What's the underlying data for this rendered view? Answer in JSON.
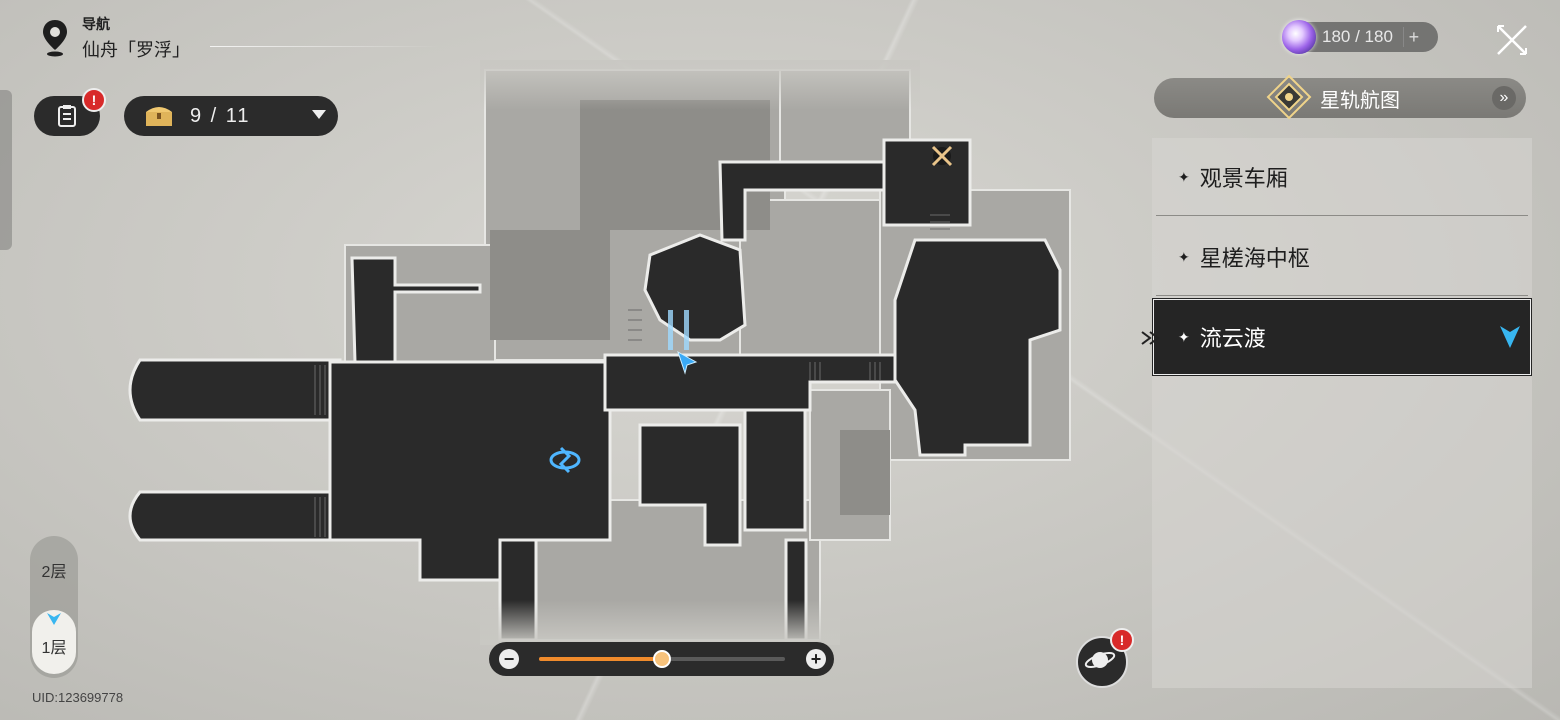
{
  "navigation": {
    "label": "导航",
    "location": "仙舟「罗浮」"
  },
  "quests": {
    "alert": "!"
  },
  "chests": {
    "count": "9 / 11"
  },
  "stamina": {
    "value": "180 / 180",
    "plus": "+"
  },
  "star_rail_map": {
    "label": "星轨航图",
    "chevron": "»"
  },
  "areas": [
    {
      "label": "观景车厢",
      "star": "✦"
    },
    {
      "label": "星槎海中枢",
      "star": "✦"
    },
    {
      "label": "流云渡",
      "star": "✦",
      "selected": true
    }
  ],
  "floors": {
    "upper": "2层",
    "current": "1层"
  },
  "zoom": {
    "minus": "−",
    "plus": "+",
    "level": 0.5
  },
  "uid": "UID:123699778",
  "planet_alert": "!",
  "colors": {
    "accent": "#f08b2c",
    "player_marker": "#3aa9f5",
    "alert": "#d82a2a"
  }
}
